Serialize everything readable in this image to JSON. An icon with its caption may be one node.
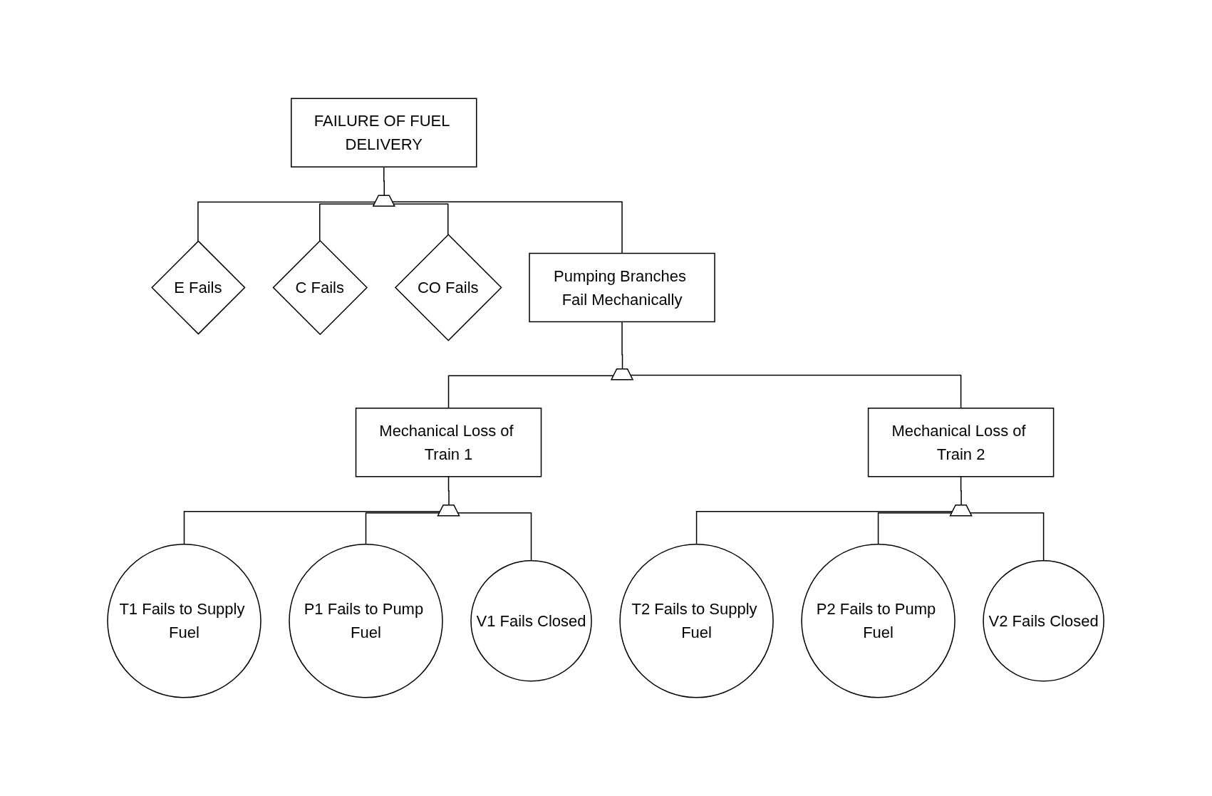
{
  "diagram": {
    "nodes": [
      {
        "text": [
          "FAILURE OF FUEL DELIVERY"
        ]
      },
      {
        "text": [],
        "shape": "gate"
      },
      {
        "text": [
          "E Fails"
        ]
      },
      {
        "text": [
          "C Fails"
        ]
      },
      {
        "text": [
          "CO Fails"
        ]
      },
      {
        "text": [
          "Pumping Branches Fail Mechanically"
        ]
      },
      {
        "text": [],
        "shape": "gate"
      },
      {
        "text": [
          "Mechanical Loss of Train 1"
        ]
      },
      {
        "text": [
          "Mechanical Loss of Train 2"
        ]
      },
      {
        "text": [],
        "shape": "gate"
      },
      {
        "text": [],
        "shape": "gate"
      },
      {
        "text": [
          "T1 Fails to Supply Fuel"
        ]
      },
      {
        "text": [
          "P1 Fails to Pump Fuel"
        ]
      },
      {
        "text": [
          "V1 Fails Closed"
        ]
      },
      {
        "text": [
          "T2 Fails to Supply Fuel"
        ]
      },
      {
        "text": [
          "P2 Fails to Pump Fuel"
        ]
      },
      {
        "text": [
          "V2 Fails Closed"
        ]
      }
    ],
    "edges": [
      {
        "from": 0,
        "to": 1,
        "arrow": "none"
      },
      {
        "from": 1,
        "to": 2,
        "arrow": "none"
      },
      {
        "from": 1,
        "to": 3,
        "arrow": "none"
      },
      {
        "from": 1,
        "to": 4,
        "arrow": "none"
      },
      {
        "from": 1,
        "to": 5,
        "arrow": "none"
      },
      {
        "from": 5,
        "to": 6,
        "arrow": "none"
      },
      {
        "from": 6,
        "to": 7,
        "arrow": "none"
      },
      {
        "from": 6,
        "to": 8,
        "arrow": "none"
      },
      {
        "from": 7,
        "to": 9,
        "arrow": "none"
      },
      {
        "from": 8,
        "to": 10,
        "arrow": "none"
      },
      {
        "from": 9,
        "to": 11,
        "arrow": "none"
      },
      {
        "from": 9,
        "to": 12,
        "arrow": "none"
      },
      {
        "from": 9,
        "to": 13,
        "arrow": "none"
      },
      {
        "from": 10,
        "to": 14,
        "arrow": "none"
      },
      {
        "from": 10,
        "to": 15,
        "arrow": "none"
      },
      {
        "from": 10,
        "to": 16,
        "arrow": "none"
      }
    ]
  }
}
